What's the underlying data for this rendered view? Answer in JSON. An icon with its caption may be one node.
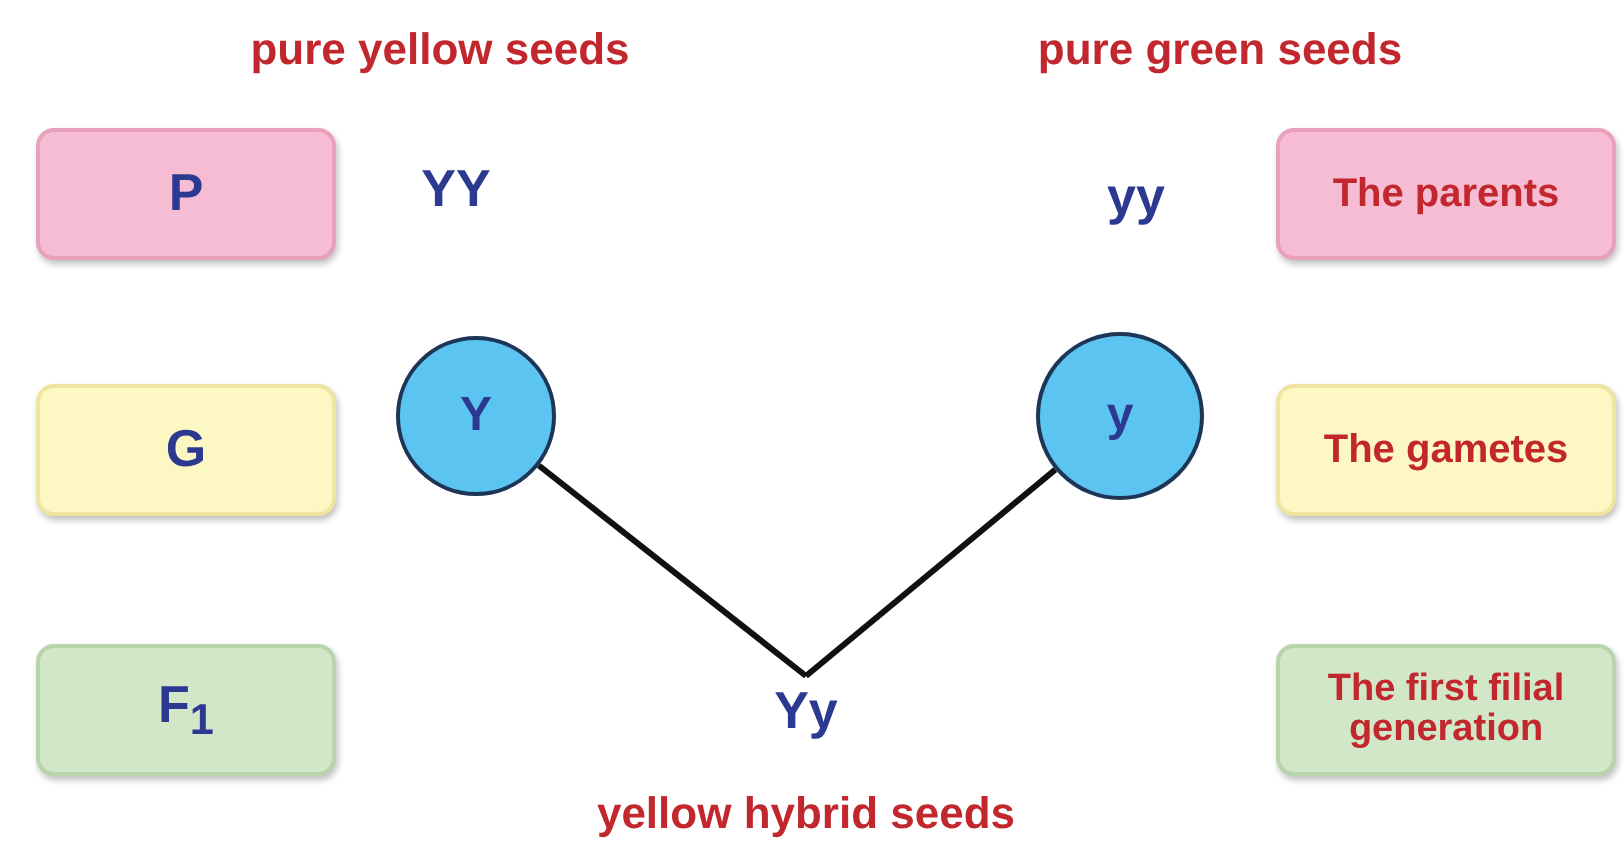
{
  "diagram": {
    "nodes": [
      {
        "text": [
          "P"
        ]
      },
      {
        "text": [
          "G"
        ]
      },
      {
        "text": [
          "F$_{1}$"
        ]
      },
      {
        "text": [
          "YY"
        ]
      },
      {
        "text": [
          "Y"
        ]
      },
      {
        "text": [
          "yy"
        ]
      },
      {
        "text": [
          "y"
        ]
      },
      {
        "text": [
          "Yy"
        ],
        "beside": [
          "yellow hybrid seeds"
        ]
      },
      {
        "text": [
          "The parents"
        ]
      },
      {
        "text": [
          "The gametes"
        ]
      },
      {
        "text": [
          "The first filial generation"
        ]
      }
    ],
    "labels": [
      "pure yellow seeds",
      "pure green seeds"
    ],
    "edges": [
      {
        "from": 4,
        "to": 7,
        "arrow": "none"
      },
      {
        "from": 6,
        "to": 7,
        "arrow": "none"
      }
    ]
  }
}
